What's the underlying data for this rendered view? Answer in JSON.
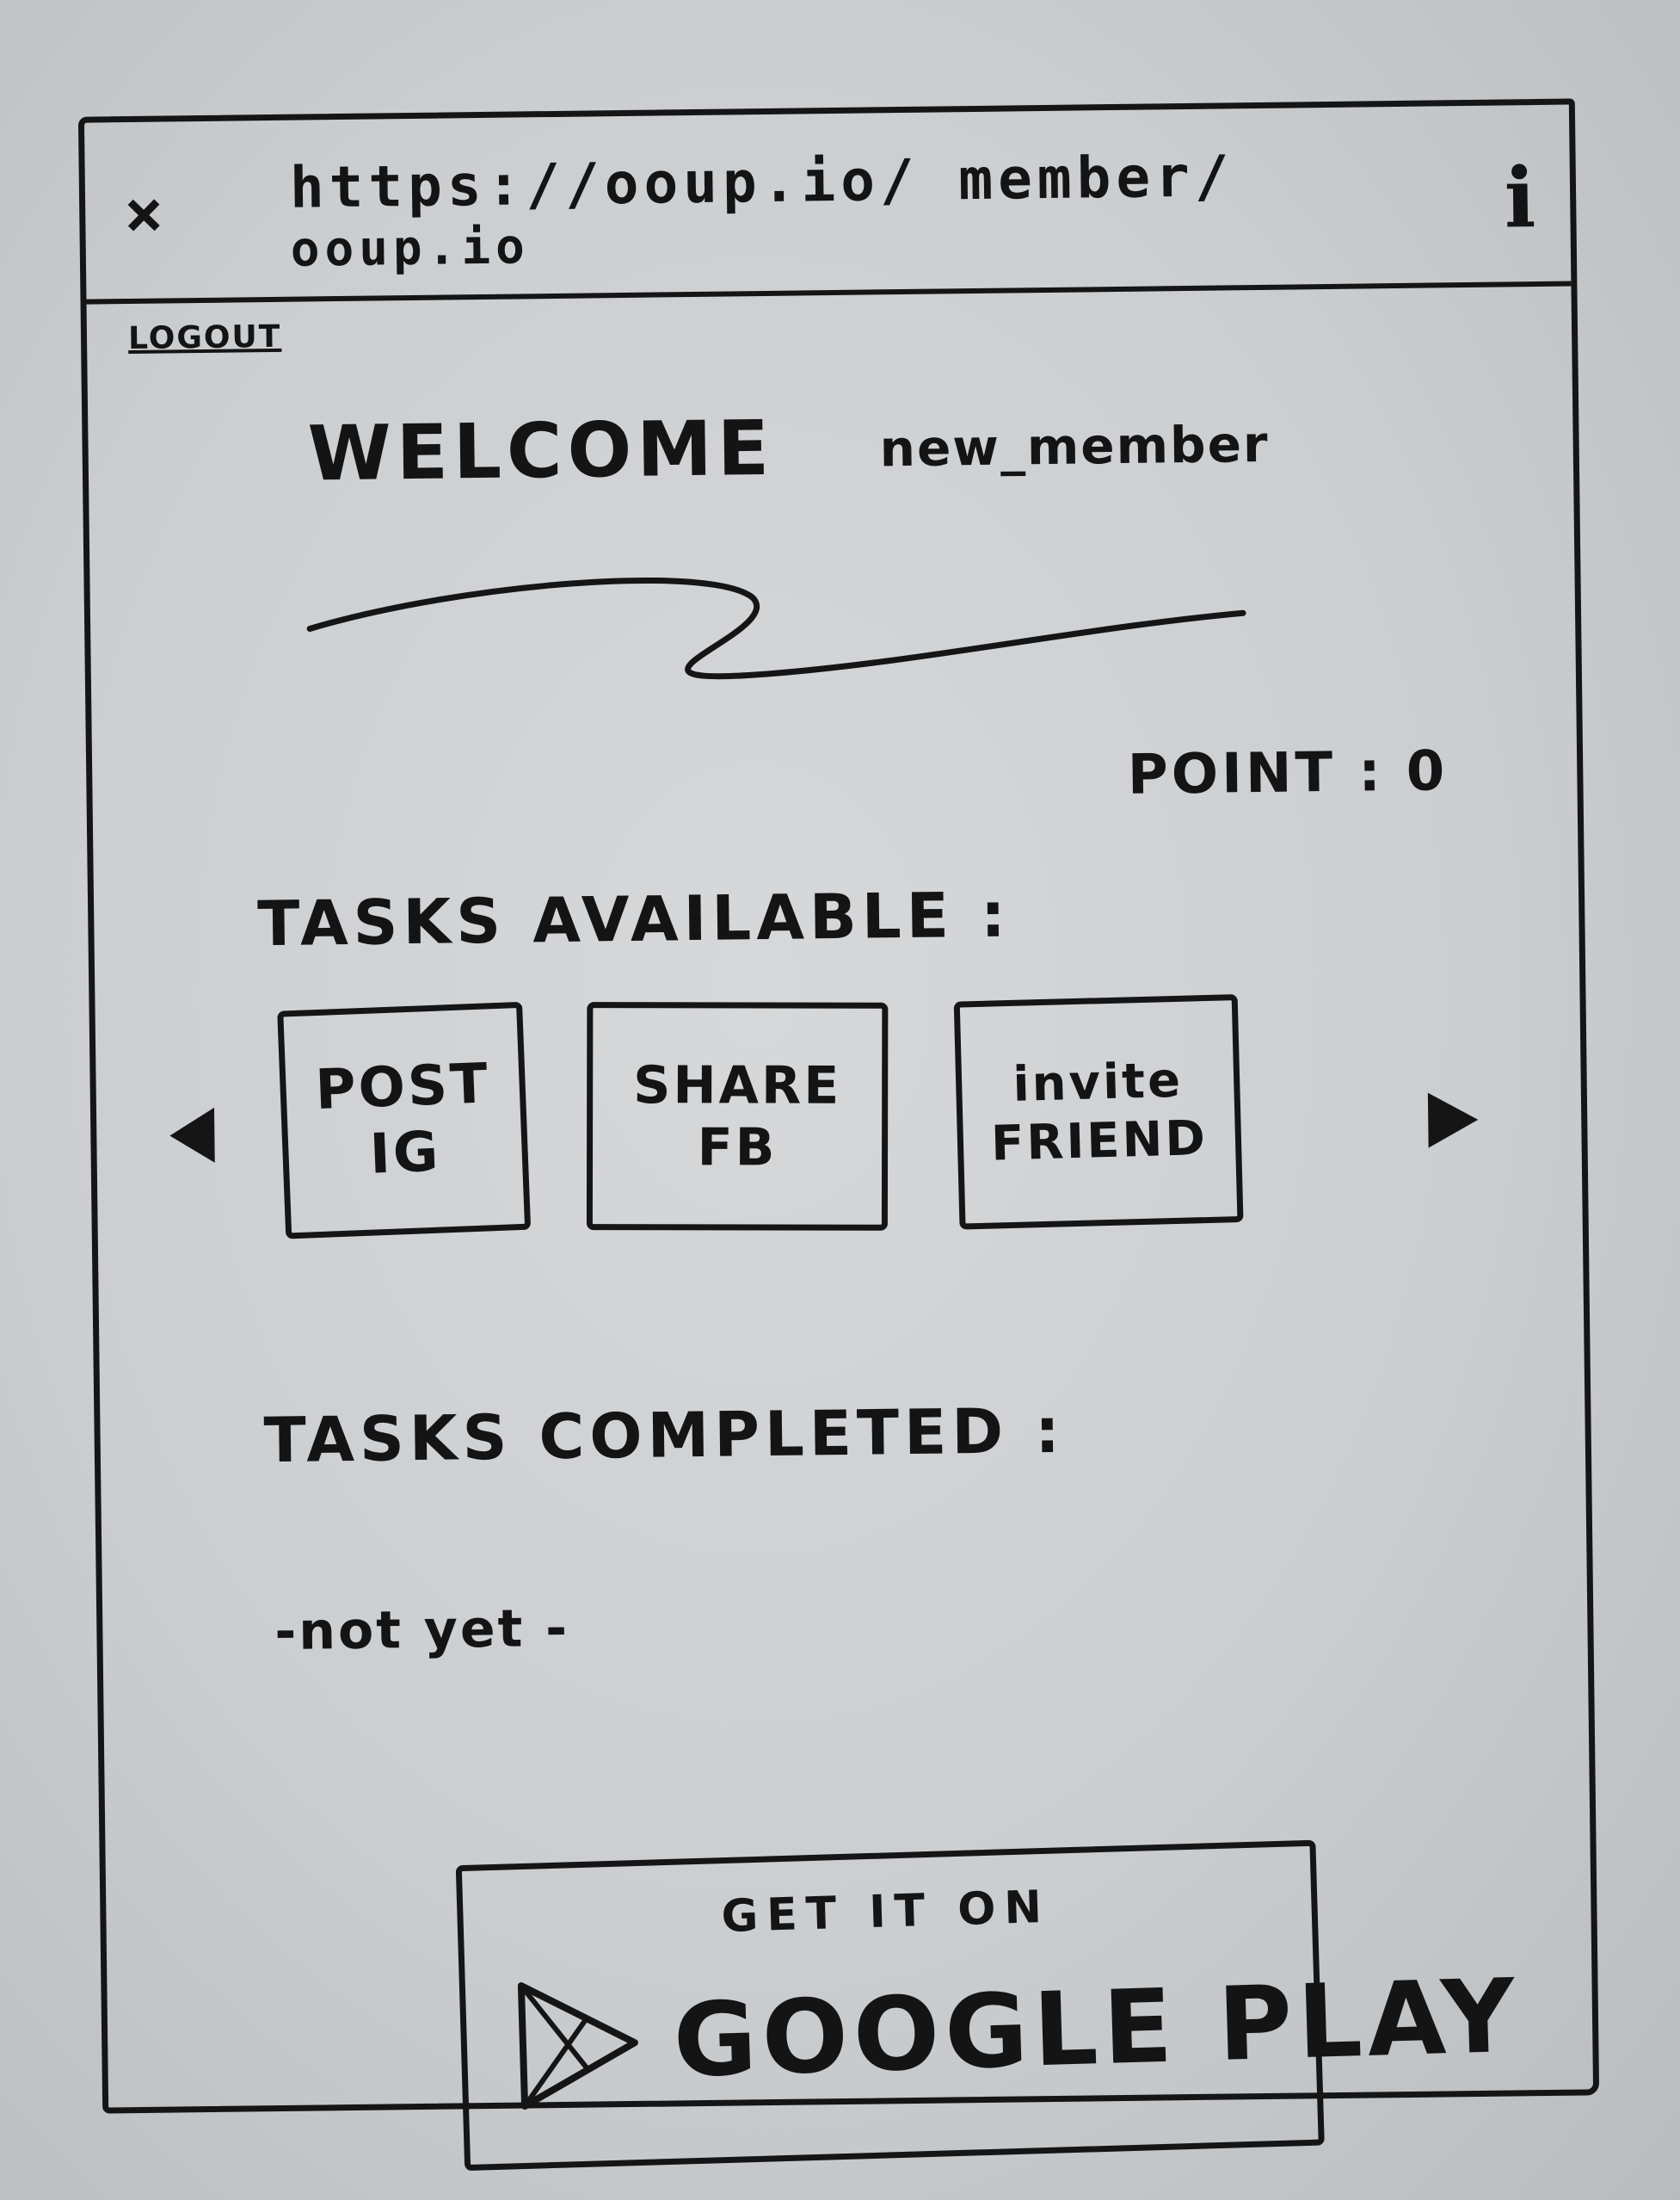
{
  "browser": {
    "close_icon": "close-icon",
    "url": "https://ooup.io/ member/",
    "site": "ooup.io",
    "info_icon": "info-icon",
    "info_glyph": "i"
  },
  "page": {
    "logout": "LOGOUT",
    "welcome": "WELCOME",
    "username": "new_member",
    "points_label": "POINT",
    "points_sep": ":",
    "points_value": "0"
  },
  "tasks_available": {
    "title": "TASKS AVAILABLE :",
    "items": [
      {
        "line1": "POST",
        "line2": "IG"
      },
      {
        "line1": "SHARE",
        "line2": "FB"
      },
      {
        "line1": "invite",
        "line2": "FRIEND"
      }
    ]
  },
  "tasks_completed": {
    "title": "TASKS COMPLETED :",
    "empty": "-not yet -"
  },
  "store_button": {
    "small": "GET IT ON",
    "big": "GOOGLE PLAY",
    "icon": "google-play-icon"
  }
}
